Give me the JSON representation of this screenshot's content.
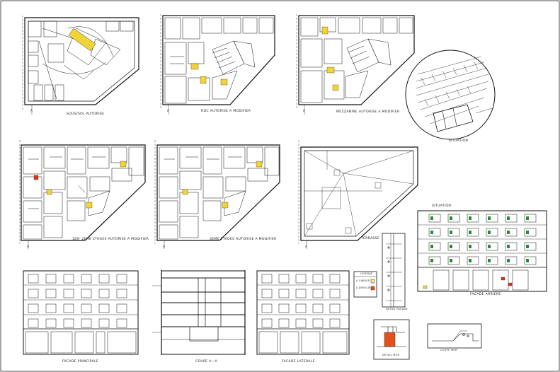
{
  "drawing": {
    "labels": {
      "sous_sol": "SOUS/SOL AUTORISE",
      "rdc": "RDC AUTORISE A MODIFIER",
      "mezzanine": "MEZZANINE AUTORISE A MODIFIER",
      "situation_round": "SITUATION",
      "etages_1_2": "1ER- 2EME ETAGES AUTORISE A MODIFIER",
      "etage_3": "3EME ETAGES AUTORISE A MODIFIER",
      "terrasse": "TERRASSE",
      "situation": "SITUATION",
      "facade_arriere": "FACADE ARRIERE",
      "facade_principale": "FACADE PRINCIPALE",
      "coupe": "COUPE A—A",
      "facade_laterale": "FACADE LATERALE",
      "detail_facade": "DETAIL FACADE",
      "detail_mur": "DETAIL MUR",
      "coupe_mur": "COUPE MUR",
      "axis_a": "A"
    },
    "legend": {
      "title": "LEGENDE",
      "items": [
        {
          "label": "A GARDER",
          "color": "#f2e68a"
        },
        {
          "label": "A DEMOLIR",
          "color": "#e0531f"
        }
      ]
    },
    "colors": {
      "line": "#111111",
      "highlight": "#f2d33a",
      "window": "#2a8a3a",
      "accent": "#d23a1e"
    }
  }
}
